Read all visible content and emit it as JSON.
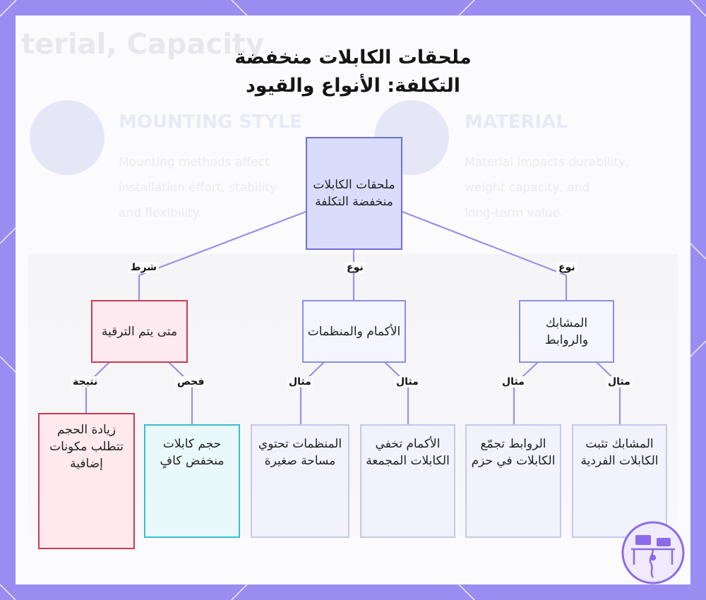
{
  "title_lines": [
    "ملحقات الكابلات منخفضة",
    "التكلفة: الأنواع والقيود"
  ],
  "background_text": {
    "heading": "terial, Capacity",
    "mounting_heading": "MOUNTING STYLE",
    "mounting_body": [
      "Mounting methods affect",
      "installation effort, stability",
      "and flexibility."
    ],
    "material_heading": "MATERIAL",
    "material_body": [
      "Material impacts durability,",
      "weight capacity, and",
      "long-term value."
    ]
  },
  "nodes": {
    "root": "ملحقات الكابلات منخفضة التكلفة",
    "clips": "المشابك والروابط",
    "sleeves": "الأكمام والمنظمات",
    "upgrade": "متى يتم الترقية",
    "clips_ex": "المشابك تثبت الكابلات الفردية",
    "ties_ex": "الروابط تجمّع الكابلات في حزم",
    "sleeves_ex": "الأكمام تخفي الكابلات المجمعة",
    "org_ex": "المنظمات تحتوي مساحة صغيرة",
    "check": "حجم كابلات منخفض كافٍ",
    "result": "زيادة الحجم تتطلب مكونات إضافية"
  },
  "edge_labels": {
    "type_right": "نوع",
    "type_mid": "نوع",
    "condition": "شرط",
    "ex1": "مثال",
    "ex2": "مثال",
    "ex3": "مثال",
    "ex4": "مثال",
    "check": "فحص",
    "result": "نتيجة"
  },
  "colors": {
    "frame": "#9b8cf2",
    "edge": "#9f8de6",
    "root_fill": "#d9dcfb",
    "condition_border": "#cc3a50",
    "check_border": "#39bfcf"
  }
}
